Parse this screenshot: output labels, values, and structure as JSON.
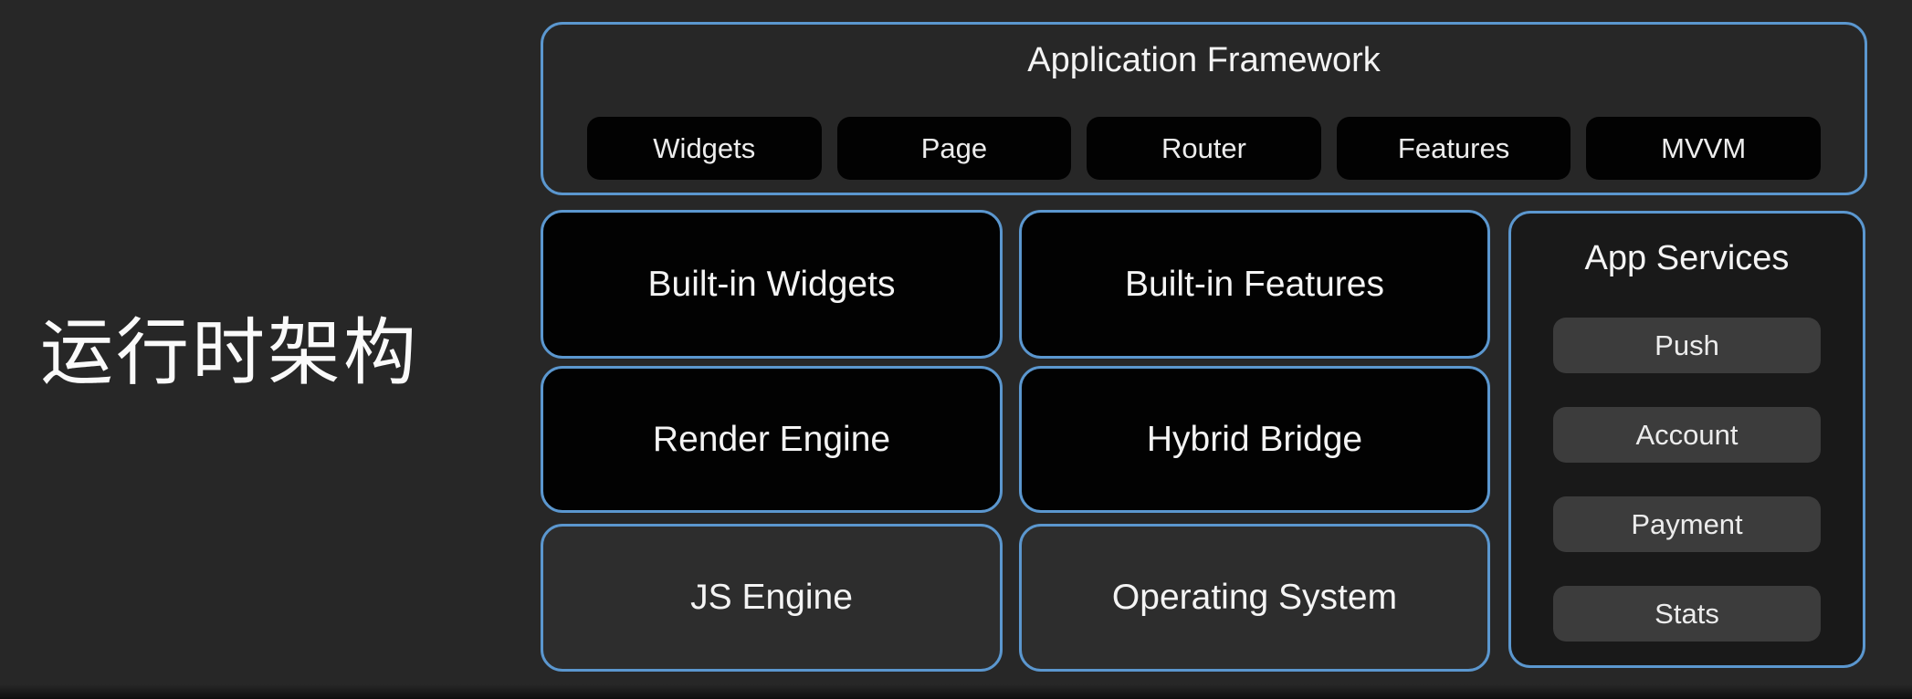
{
  "page": {
    "heading": "运行时架构"
  },
  "framework": {
    "title": "Application Framework",
    "modules": [
      "Widgets",
      "Page",
      "Router",
      "Features",
      "MVVM"
    ]
  },
  "stack": {
    "rows": [
      {
        "cells": [
          "Built-in Widgets",
          "Built-in Features"
        ]
      },
      {
        "cells": [
          "Render Engine",
          "Hybrid Bridge"
        ]
      },
      {
        "cells": [
          "JS Engine",
          "Operating System"
        ]
      }
    ]
  },
  "app_services": {
    "title": "App Services",
    "items": [
      "Push",
      "Account",
      "Payment",
      "Stats"
    ]
  },
  "colors": {
    "background": "#272727",
    "accent_border": "#5b97cf",
    "box_black": "#020202",
    "box_gray": "#2d2d2d",
    "panel_dark": "#191919",
    "button_gray": "#3c3c3c",
    "text": "#f1f1f1"
  }
}
